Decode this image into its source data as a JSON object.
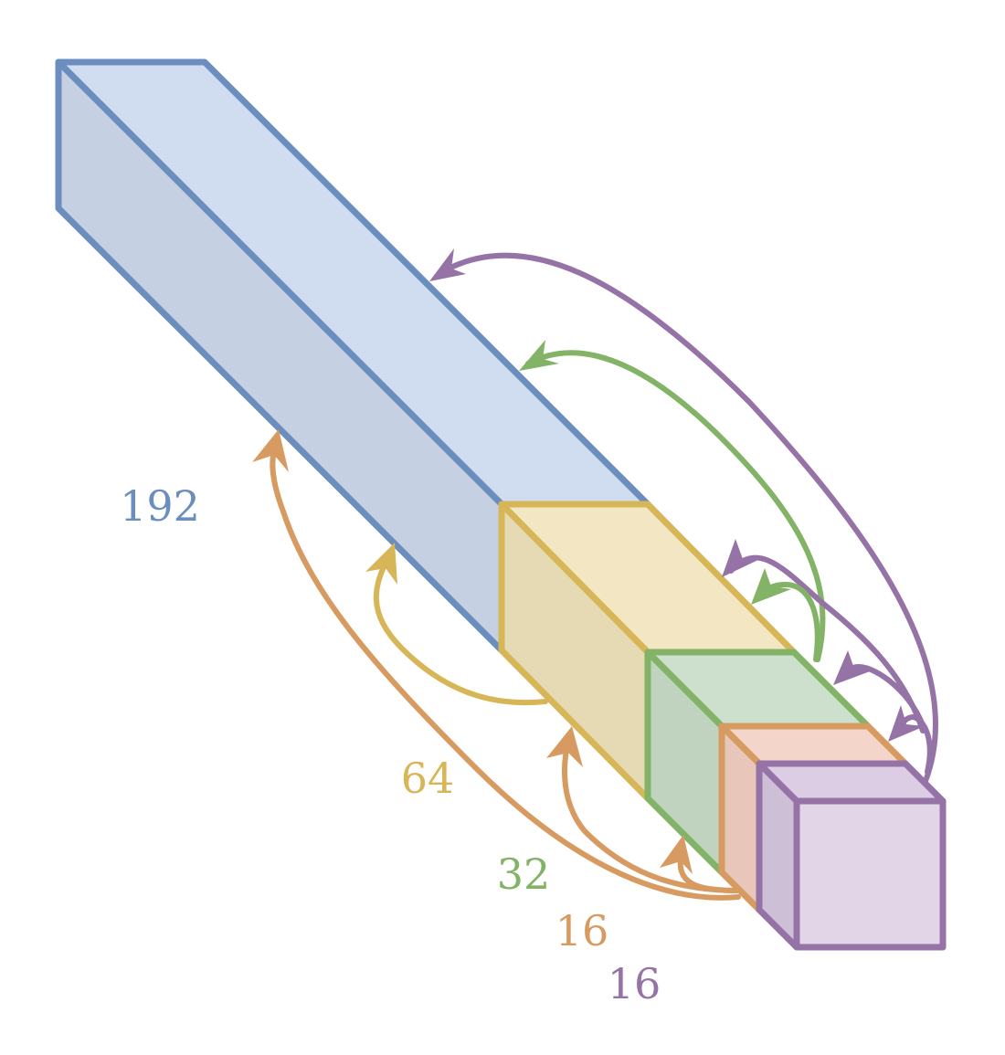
{
  "blocks": [
    {
      "id": "b192",
      "label": "192",
      "stroke": "#6c8ebf",
      "front": "#c5d0e2",
      "top": "#d0ddf0",
      "side": "#c5d0e2"
    },
    {
      "id": "b64",
      "label": "64",
      "stroke": "#d6b656",
      "front": "#e6dab5",
      "top": "#f3e6c2",
      "side": "#e6dab5"
    },
    {
      "id": "b32",
      "label": "32",
      "stroke": "#82b366",
      "front": "#c0d3bf",
      "top": "#cde0cd",
      "side": "#c0d3bf"
    },
    {
      "id": "b16a",
      "label": "16",
      "stroke": "#d79b61",
      "front": "#e8c7ba",
      "top": "#f3d6c9",
      "side": "#e8c7ba"
    },
    {
      "id": "b16b",
      "label": "16",
      "stroke": "#9673a6",
      "front": "#e1d5e7",
      "top": "#dccde4",
      "side": "#cdc0d6"
    }
  ]
}
